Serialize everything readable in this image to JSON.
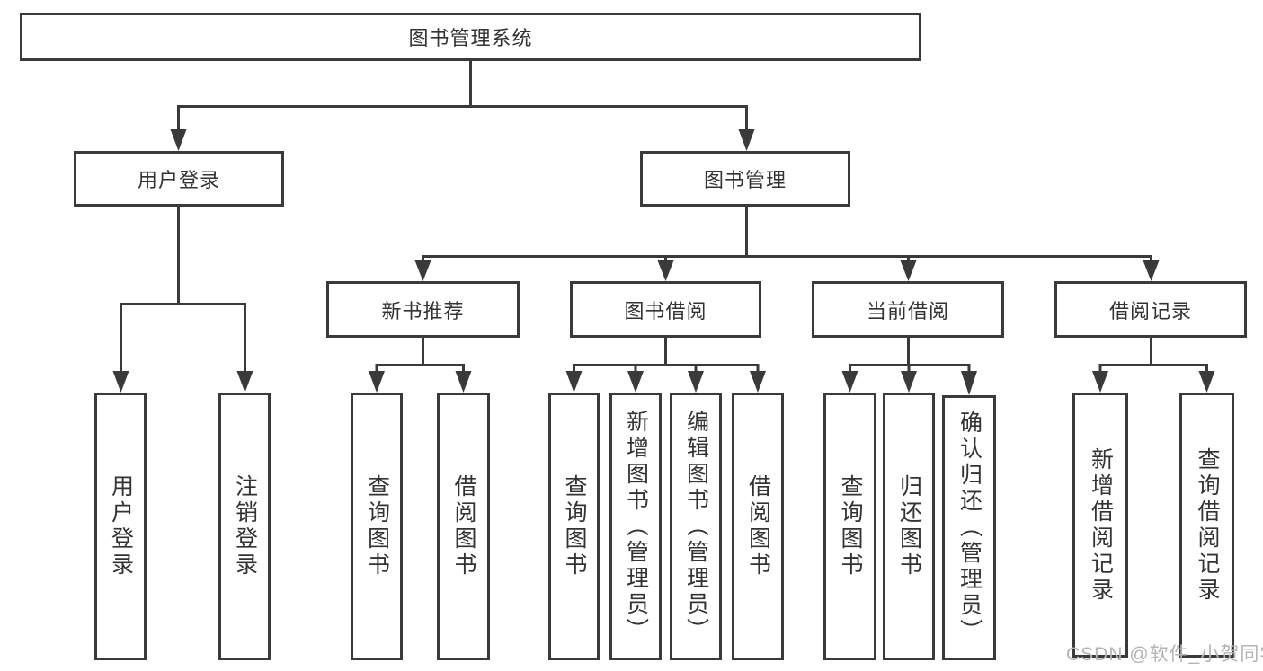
{
  "tree": {
    "label": "图书管理系统",
    "children": [
      {
        "label": "用户登录",
        "children": [
          {
            "label": "用户登录"
          },
          {
            "label": "注销登录"
          }
        ]
      },
      {
        "label": "图书管理",
        "children": [
          {
            "label": "新书推荐",
            "children": [
              {
                "label": "查询图书"
              },
              {
                "label": "借阅图书"
              }
            ]
          },
          {
            "label": "图书借阅",
            "children": [
              {
                "label": "查询图书"
              },
              {
                "label": "新增图书（管理员）"
              },
              {
                "label": "编辑图书（管理员）"
              },
              {
                "label": "借阅图书"
              }
            ]
          },
          {
            "label": "当前借阅",
            "children": [
              {
                "label": "查询图书"
              },
              {
                "label": "归还图书"
              },
              {
                "label": "确认归还（管理员）"
              }
            ]
          },
          {
            "label": "借阅记录",
            "children": [
              {
                "label": "新增借阅记录"
              },
              {
                "label": "查询借阅记录"
              }
            ]
          }
        ]
      }
    ]
  },
  "watermark": "CSDN @软件_小贺同学",
  "colors": {
    "line": "#3a3a3a",
    "text": "#333333",
    "box_background": "#ffffff",
    "watermark": "#b4b4b4"
  }
}
